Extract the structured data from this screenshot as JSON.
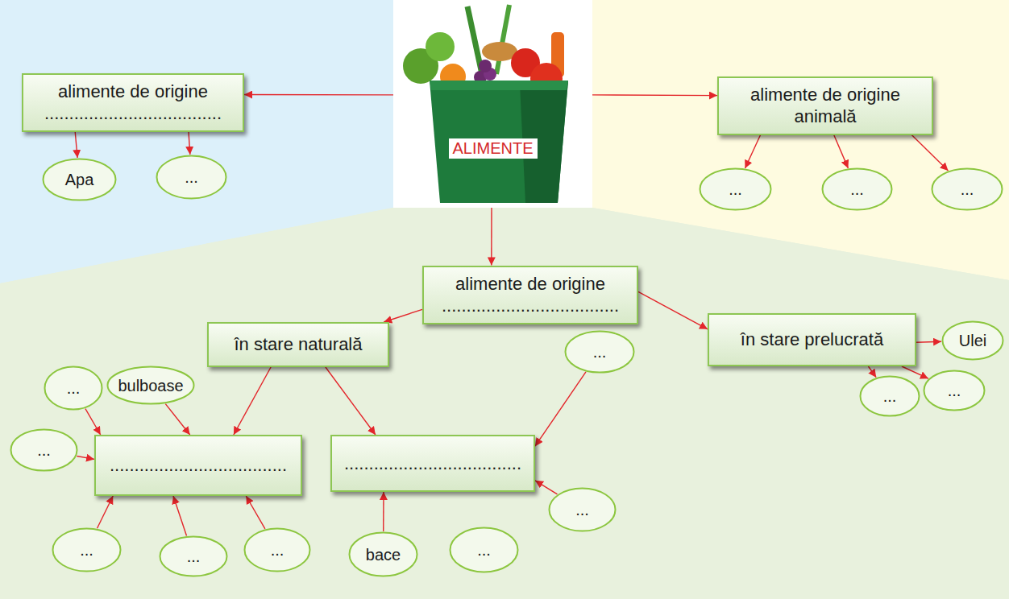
{
  "diagram": {
    "nodes": [
      {
        "text": [
          "alimente de origine ...................................."
        ]
      },
      {
        "text": [
          "ALIMENTE"
        ]
      },
      {
        "text": [
          "alimente de origine animală"
        ]
      },
      {
        "text": [
          "Apa"
        ]
      },
      {
        "text": [
          "..."
        ]
      },
      {
        "text": [
          "..."
        ]
      },
      {
        "text": [
          "..."
        ]
      },
      {
        "text": [
          "..."
        ]
      },
      {
        "text": [
          "alimente de origine ...................................."
        ]
      },
      {
        "text": [
          "în stare naturală"
        ]
      },
      {
        "text": [
          "în stare prelucrată"
        ]
      },
      {
        "text": [
          "Ulei"
        ]
      },
      {
        "text": [
          "bulboase"
        ]
      },
      {
        "text": [
          "..."
        ]
      },
      {
        "text": [
          "..."
        ]
      },
      {
        "text": [
          "..."
        ]
      },
      {
        "text": [
          "..."
        ]
      },
      {
        "text": [
          "...................................."
        ]
      },
      {
        "text": [
          "...................................."
        ]
      },
      {
        "text": [
          "..."
        ]
      },
      {
        "text": [
          "..."
        ]
      },
      {
        "text": [
          "..."
        ]
      },
      {
        "text": [
          "..."
        ]
      },
      {
        "text": [
          "..."
        ]
      },
      {
        "text": [
          "bace"
        ]
      },
      {
        "text": [
          "..."
        ]
      }
    ],
    "edges": [
      {
        "from": 1,
        "to": 0,
        "arrow": "to"
      },
      {
        "from": 1,
        "to": 2,
        "arrow": "to"
      },
      {
        "from": 1,
        "to": 8,
        "arrow": "to"
      },
      {
        "from": 0,
        "to": 3,
        "arrow": "to"
      },
      {
        "from": 0,
        "to": 4,
        "arrow": "to"
      },
      {
        "from": 2,
        "to": 5,
        "arrow": "to"
      },
      {
        "from": 2,
        "to": 6,
        "arrow": "to"
      },
      {
        "from": 2,
        "to": 7,
        "arrow": "to"
      },
      {
        "from": 8,
        "to": 9,
        "arrow": "to"
      },
      {
        "from": 8,
        "to": 10,
        "arrow": "to"
      },
      {
        "from": 10,
        "to": 11,
        "arrow": "to"
      },
      {
        "from": 10,
        "to": 13,
        "arrow": "to"
      },
      {
        "from": 10,
        "to": 14,
        "arrow": "to"
      },
      {
        "from": 9,
        "to": 17,
        "arrow": "to"
      },
      {
        "from": 9,
        "to": 18,
        "arrow": "to"
      },
      {
        "from": 12,
        "to": 17,
        "arrow": "to"
      },
      {
        "from": 15,
        "to": 17,
        "arrow": "to"
      },
      {
        "from": 16,
        "to": 17,
        "arrow": "to"
      },
      {
        "from": 21,
        "to": 17,
        "arrow": "to"
      },
      {
        "from": 22,
        "to": 17,
        "arrow": "to"
      },
      {
        "from": 23,
        "to": 17,
        "arrow": "to"
      },
      {
        "from": 24,
        "to": 18,
        "arrow": "to"
      },
      {
        "from": 19,
        "to": 18,
        "arrow": "to"
      },
      {
        "from": 20,
        "to": 18,
        "arrow": "to"
      }
    ]
  }
}
